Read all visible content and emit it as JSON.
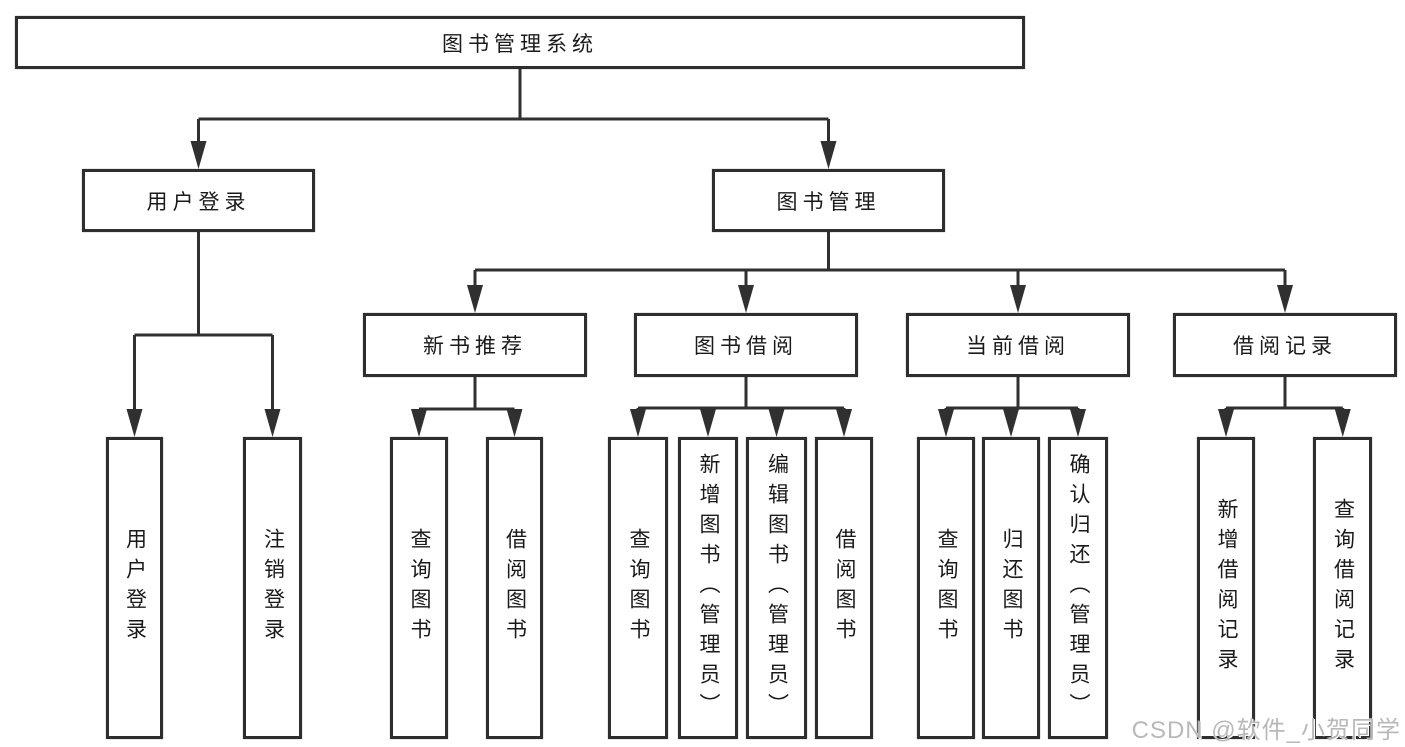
{
  "tree": {
    "label": "图书管理系统",
    "children": [
      {
        "label": "用户登录",
        "children": [
          {
            "label": "用户登录"
          },
          {
            "label": "注销登录"
          }
        ]
      },
      {
        "label": "图书管理",
        "children": [
          {
            "label": "新书推荐",
            "children": [
              {
                "label": "查询图书"
              },
              {
                "label": "借阅图书"
              }
            ]
          },
          {
            "label": "图书借阅",
            "children": [
              {
                "label": "查询图书"
              },
              {
                "label": "新增图书（管理员）"
              },
              {
                "label": "编辑图书（管理员）"
              },
              {
                "label": "借阅图书"
              }
            ]
          },
          {
            "label": "当前借阅",
            "children": [
              {
                "label": "查询图书"
              },
              {
                "label": "归还图书"
              },
              {
                "label": "确认归还（管理员）"
              }
            ]
          },
          {
            "label": "借阅记录",
            "children": [
              {
                "label": "新增借阅记录"
              },
              {
                "label": "查询借阅记录"
              }
            ]
          }
        ]
      }
    ]
  },
  "watermark": {
    "text": "CSDN @软件_小贺同学"
  },
  "colors": {
    "line": "#303030",
    "box_border": "#2e2e2e",
    "box_fill": "#ffffff",
    "text": "#1a1a1a",
    "watermark": "#b9b9b9",
    "background": "#ffffff"
  }
}
